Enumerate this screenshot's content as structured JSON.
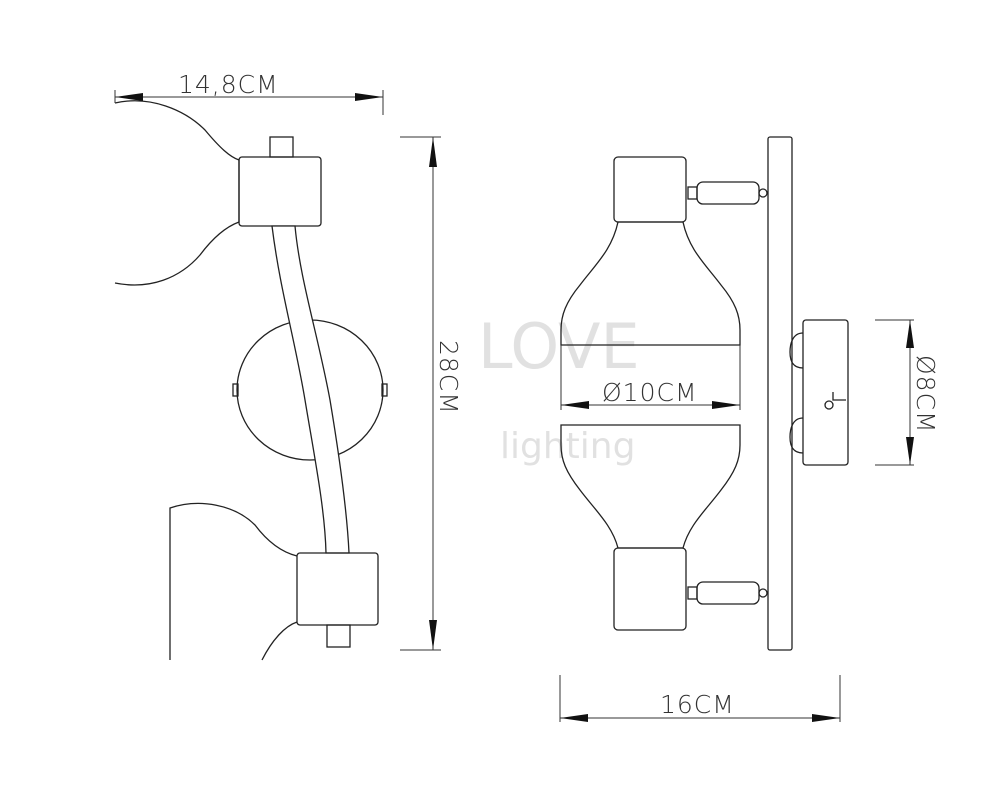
{
  "dimensions": {
    "width_front": "14,8CM",
    "height": "28CM",
    "shade_diameter": "Ø10CM",
    "depth": "16CM",
    "base_diameter": "Ø8CM"
  },
  "watermark": {
    "line1": "LOVE",
    "line2": "lighting"
  },
  "colors": {
    "line": "#222222",
    "background": "#ffffff"
  }
}
